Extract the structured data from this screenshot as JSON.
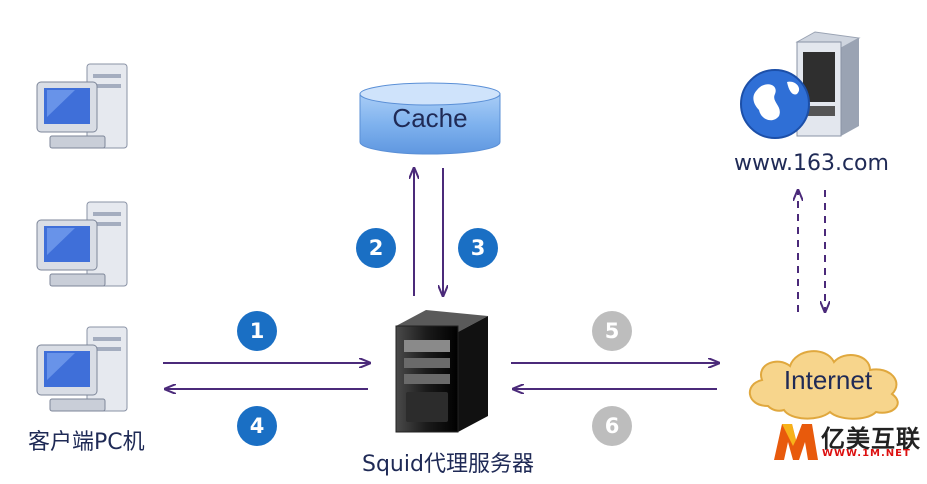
{
  "cache": {
    "label": "Cache"
  },
  "internet": {
    "label": "Internet"
  },
  "client": {
    "label": "客户端PC机"
  },
  "proxy": {
    "label": "Squid代理服务器"
  },
  "website": {
    "label": "www.163.com"
  },
  "steps": {
    "s1": "1",
    "s2": "2",
    "s3": "3",
    "s4": "4",
    "s5": "5",
    "s6": "6"
  },
  "watermark": {
    "text": "亿美互联",
    "url": "WWW.1M.NET"
  },
  "colors": {
    "arrow": "#4b2a7a",
    "badge_blue": "#1a6fc4",
    "badge_gray": "#bdbdbd",
    "cache_fill": "#7fb2ee",
    "cloud_fill": "#f7d58c"
  }
}
